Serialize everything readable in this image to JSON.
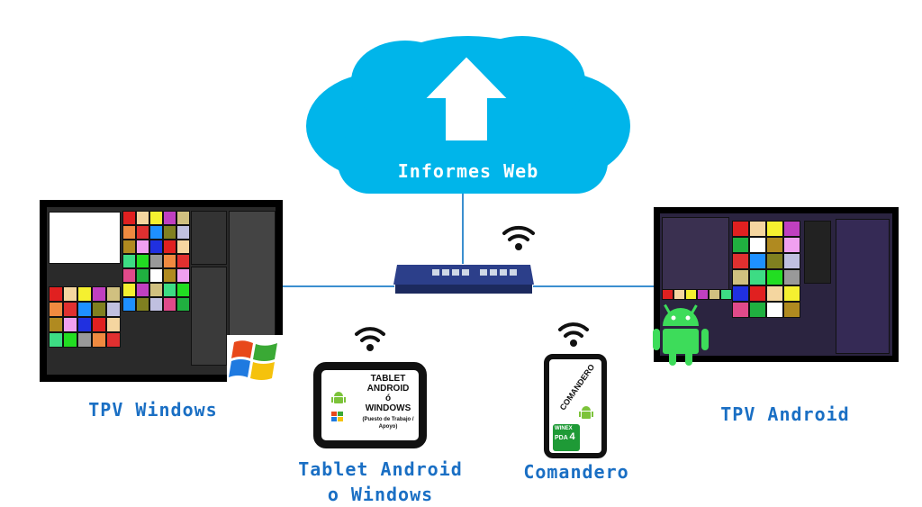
{
  "cloud": {
    "label": "Informes Web",
    "color": "#00b5ea",
    "icon": "upload-arrow-icon"
  },
  "nodes": {
    "tpv_windows": {
      "label": "TPV Windows",
      "os_icon": "windows-logo-icon"
    },
    "tpv_android": {
      "label": "TPV Android",
      "os_icon": "android-logo-icon"
    },
    "tablet": {
      "label_line1": "Tablet Android",
      "label_line2": "o Windows",
      "screen_title": [
        "TABLET",
        "ANDROID",
        "ó",
        "WINDOWS"
      ],
      "screen_subtitle": "(Puesto de Trabajo / Apoyo)"
    },
    "comandero": {
      "label": "Comandero",
      "screen_title": "COMANDERO",
      "badge_line1": "WINEX",
      "badge_line2": "PDA",
      "badge_number": "4"
    }
  },
  "network": {
    "switch_icon": "network-switch-icon",
    "wifi_icon": "wifi-icon",
    "line_color": "#3b8fcf"
  },
  "label_color": "#1a6fc4"
}
